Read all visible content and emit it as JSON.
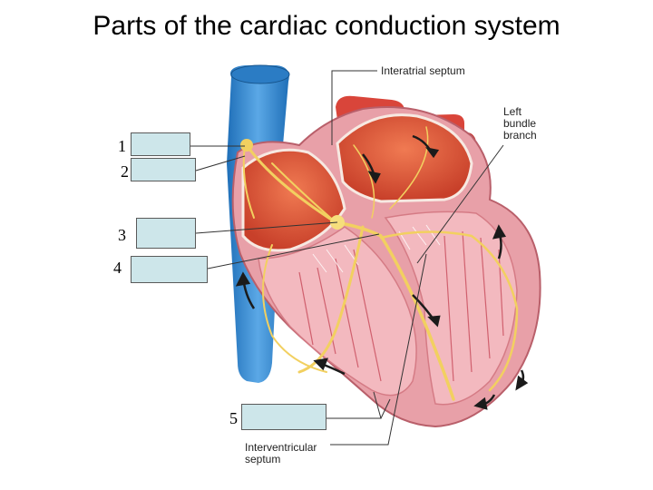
{
  "title": "Parts of the cardiac conduction system",
  "labels": {
    "interatrial_septum": "Interatrial septum",
    "left_bundle_branch_line1": "Left",
    "left_bundle_branch_line2": "bundle",
    "left_bundle_branch_line3": "branch",
    "interventricular_septum_line1": "Interventricular",
    "interventricular_septum_line2": "septum"
  },
  "blanks": [
    {
      "number": "1",
      "answer": ""
    },
    {
      "number": "2",
      "answer": ""
    },
    {
      "number": "3",
      "answer": ""
    },
    {
      "number": "4",
      "answer": ""
    },
    {
      "number": "5",
      "answer": ""
    }
  ],
  "colors": {
    "answer_box": "#cde6ea",
    "vena_cava": "#3d8fd1",
    "myocardium": "#e8a0a8",
    "chamber": "#e05a3a",
    "conduction": "#f2d060"
  }
}
